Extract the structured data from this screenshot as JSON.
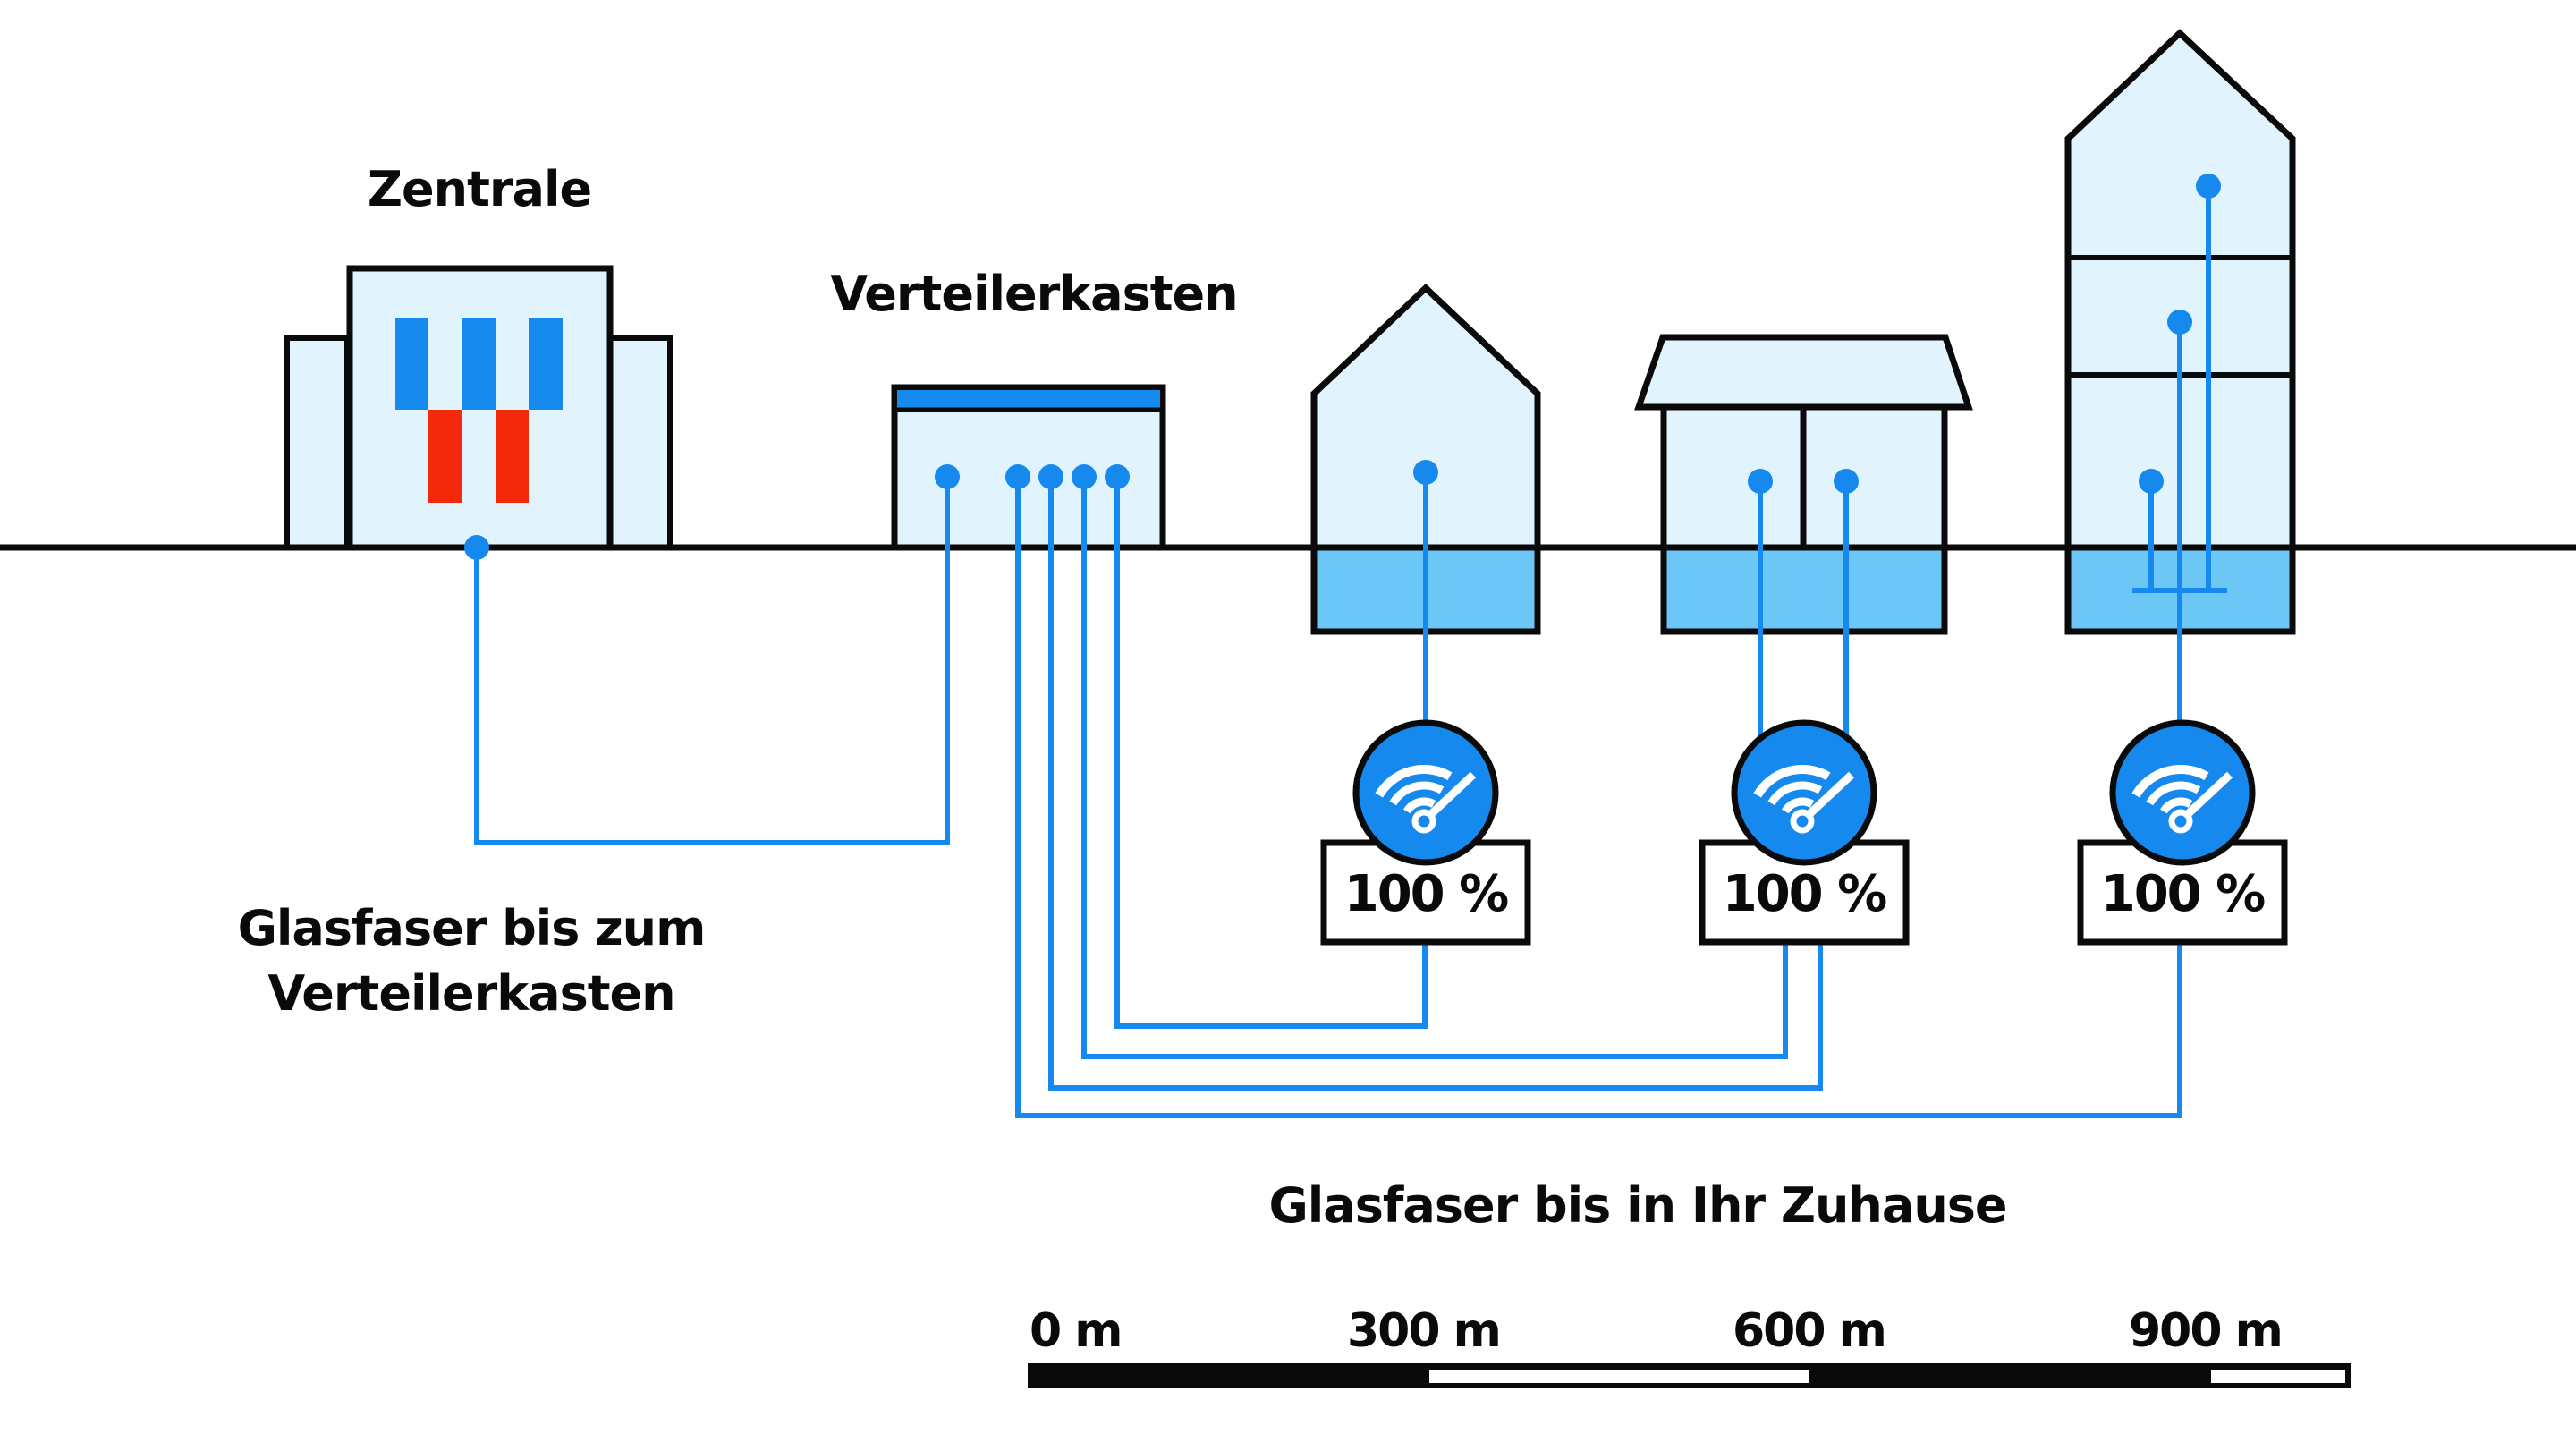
{
  "labels": {
    "central_office": "Zentrale",
    "distribution_box": "Verteilerkasten",
    "fttc_line1": "Glasfaser bis zum",
    "fttc_line2": "Verteilerkasten",
    "ftth": "Glasfaser bis in Ihr Zuhause"
  },
  "routers": [
    {
      "house": "single-family",
      "speed_label": "100 %",
      "speed_percent": 100
    },
    {
      "house": "semi-detached",
      "speed_label": "100 %",
      "speed_percent": 100
    },
    {
      "house": "multi-storey",
      "speed_label": "100 %",
      "speed_percent": 100
    }
  ],
  "scale_bar": {
    "ticks": [
      "0 m",
      "300 m",
      "600 m",
      "900 m"
    ],
    "tick_values_m": [
      0,
      300,
      600,
      900
    ]
  },
  "colors": {
    "fiber_blue": "#1589ee",
    "building_fill": "#e1f3fc",
    "basement_fill": "#6cc7f6",
    "accent_red": "#f4290a",
    "outline": "#0a0a0a"
  }
}
